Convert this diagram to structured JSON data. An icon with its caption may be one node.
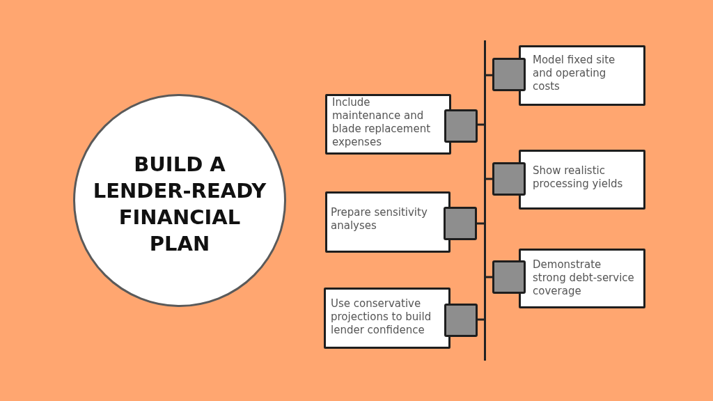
{
  "diagram": {
    "nodes": [
      {
        "text": [
          "BUILD A LENDER-READY FINANCIAL PLAN"
        ]
      },
      {
        "text": [],
        "shape": "bar"
      },
      {
        "text": [
          "Model fixed site and operating costs"
        ]
      },
      {
        "text": [
          "Include maintenance and blade replacement expenses"
        ]
      },
      {
        "text": [
          "Show realistic processing yields"
        ]
      },
      {
        "text": [
          "Prepare sensitivity analyses"
        ]
      },
      {
        "text": [
          "Demonstrate strong debt-service coverage"
        ]
      },
      {
        "text": [
          "Use conservative projections to build lender confidence"
        ]
      },
      {
        "text": [],
        "shape": "box"
      },
      {
        "text": [],
        "shape": "box"
      },
      {
        "text": [],
        "shape": "box"
      },
      {
        "text": [],
        "shape": "box"
      },
      {
        "text": [],
        "shape": "box"
      },
      {
        "text": [],
        "shape": "box"
      }
    ],
    "edges": [
      {
        "from": 1,
        "to": 8,
        "arrow": "none"
      },
      {
        "from": 1,
        "to": 9,
        "arrow": "none"
      },
      {
        "from": 1,
        "to": 10,
        "arrow": "none"
      },
      {
        "from": 1,
        "to": 11,
        "arrow": "none"
      },
      {
        "from": 1,
        "to": 12,
        "arrow": "none"
      },
      {
        "from": 1,
        "to": 13,
        "arrow": "none"
      }
    ]
  }
}
